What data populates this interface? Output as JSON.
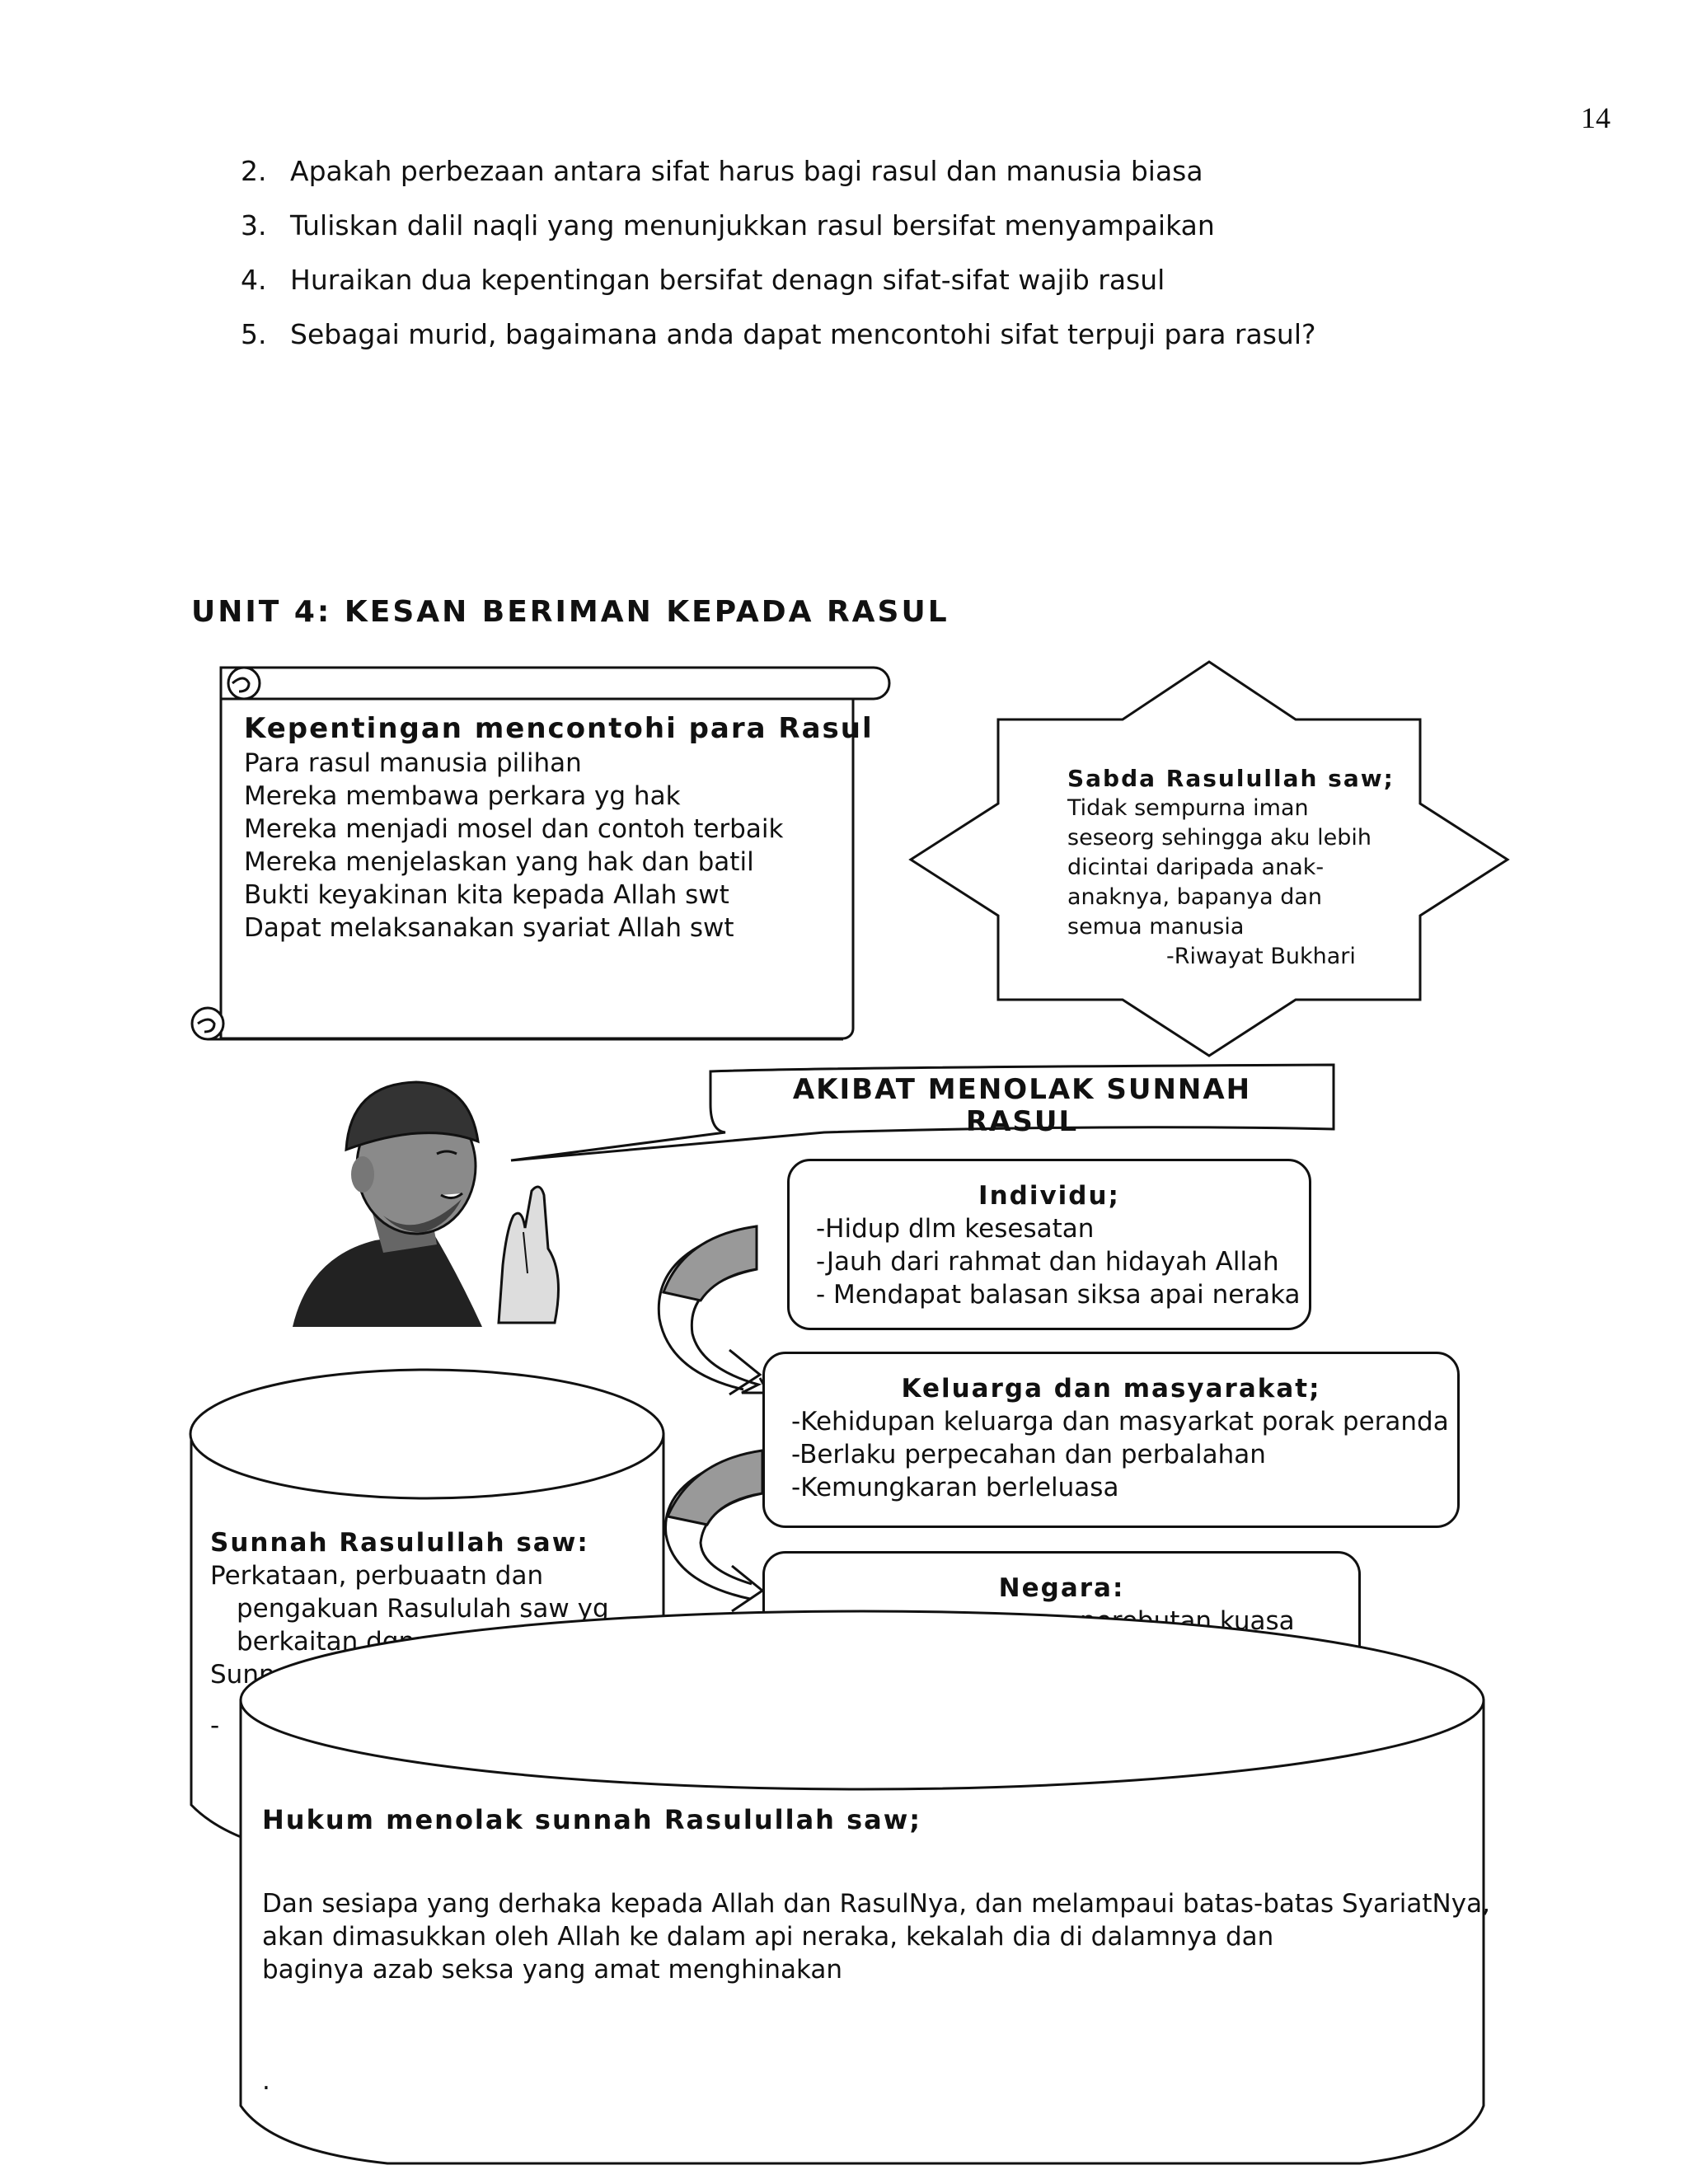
{
  "page_number": "14",
  "questions": [
    {
      "num": "2.",
      "text": "Apakah perbezaan antara sifat harus bagi rasul dan manusia biasa"
    },
    {
      "num": "3.",
      "text": "Tuliskan dalil naqli yang menunjukkan rasul bersifat menyampaikan"
    },
    {
      "num": "4.",
      "text": "Huraikan dua kepentingan bersifat denagn sifat-sifat wajib rasul"
    },
    {
      "num": "5.",
      "text": "Sebagai murid, bagaimana anda dapat mencontohi sifat terpuji para rasul?"
    }
  ],
  "unit_title": "UNIT 4: KESAN BERIMAN KEPADA RASUL",
  "scroll": {
    "heading": "Kepentingan mencontohi para Rasul",
    "lines": [
      "Para rasul manusia pilihan",
      "Mereka membawa perkara yg hak",
      "Mereka menjadi mosel dan contoh terbaik",
      "Mereka menjelaskan yang hak dan batil",
      "Bukti keyakinan kita kepada Allah swt",
      "Dapat melaksanakan syariat Allah swt"
    ]
  },
  "star": {
    "heading": "Sabda Rasulullah saw;",
    "lines": [
      "Tidak sempurna iman",
      "seseorg sehingga aku lebih",
      "dicintai daripada anak-",
      "anaknya, bapanya dan",
      "semua manusia"
    ],
    "source": "-Riwayat Bukhari"
  },
  "akibat": {
    "line1": "AKIBAT MENOLAK SUNNAH",
    "line2": "RASUL"
  },
  "individu": {
    "heading": "Individu;",
    "lines": [
      "-Hidup dlm kesesatan",
      "-Jauh dari rahmat dan hidayah Allah",
      "- Mendapat balasan siksa apai neraka"
    ]
  },
  "keluarga": {
    "heading": "Keluarga dan masyarakat;",
    "lines": [
      "-Kehidupan keluarga dan masyarkat porak peranda",
      "-Berlaku perpecahan dan perbalahan",
      "-Kemungkaran berleluasa"
    ]
  },
  "negara": {
    "heading": "Negara:",
    "partial_line": "perebutan kuasa"
  },
  "sunnah": {
    "heading": "Sunnah Rasulullah saw:",
    "lines": [
      "Perkataan, perbuaatn dan",
      "pengakuan Rasululah saw yg",
      "berkaitan dgn"
    ],
    "partial": [
      "Sunn",
      "-"
    ]
  },
  "hukum": {
    "heading": "Hukum menolak sunnah Rasulullah saw;",
    "lines": [
      "Dan sesiapa yang derhaka kepada Allah dan RasulNya, dan melampaui batas-batas SyariatNya,",
      "akan dimasukkan oleh Allah ke dalam api neraka, kekalah dia di dalamnya dan",
      "baginya azab seksa yang amat menghinakan"
    ],
    "end_mark": "."
  }
}
